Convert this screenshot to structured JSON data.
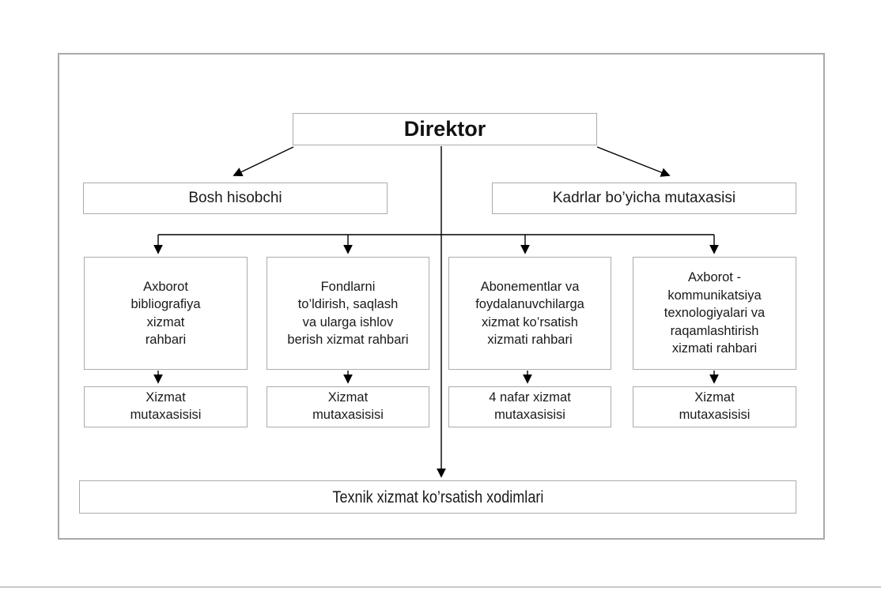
{
  "diagram": {
    "root": {
      "label": "Direktor"
    },
    "level2": {
      "accountant": {
        "label": "Bosh hisobchi"
      },
      "hr": {
        "label": "Kadrlar bo’yicha mutaxasisi"
      }
    },
    "departments": [
      {
        "head": [
          "Axborot",
          "bibliografiya",
          "xizmat",
          "rahbari"
        ],
        "staff": [
          "Xizmat",
          "mutaxasisisi"
        ]
      },
      {
        "head": [
          "Fondlarni",
          "to’ldirish, saqlash",
          "va ularga ishlov",
          "berish xizmat rahbari"
        ],
        "staff": [
          "Xizmat",
          "mutaxasisisi"
        ]
      },
      {
        "head": [
          "Abonementlar va",
          "foydalanuvchilarga",
          "xizmat ko’rsatish",
          "xizmati rahbari"
        ],
        "staff": [
          "4 nafar xizmat",
          "mutaxasisisi"
        ]
      },
      {
        "head": [
          "Axborot -",
          "kommunikatsiya",
          "texnologiyalari va",
          "raqamlashtirish",
          "xizmati rahbari"
        ],
        "staff": [
          "Xizmat",
          "mutaxasisisi"
        ]
      }
    ],
    "bottom": {
      "label": "Texnik xizmat ko’rsatish xodimlari"
    },
    "colors": {
      "box_border": "#ababab",
      "frame_border": "#a9a9a9",
      "connector_line": "#000000",
      "text": "#1a1a1a",
      "background": "#ffffff"
    }
  }
}
